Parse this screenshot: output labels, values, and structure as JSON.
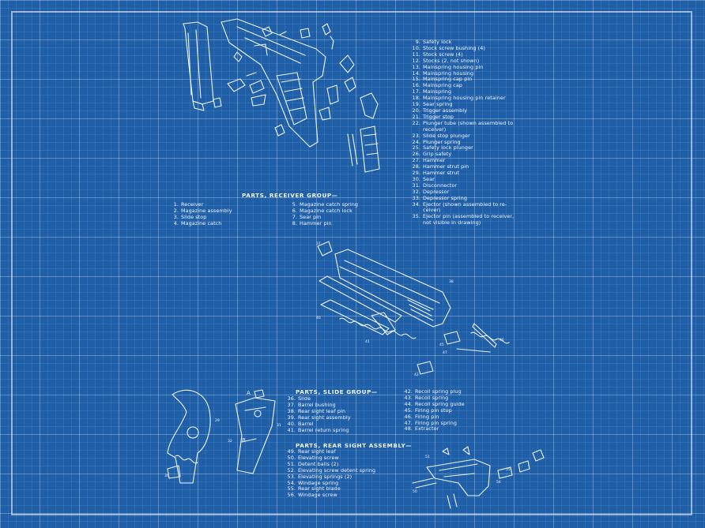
{
  "receiver_group": {
    "heading": "PARTS, RECEIVER GROUP—",
    "col1": [
      {
        "n": "1.",
        "t": "Receiver"
      },
      {
        "n": "2.",
        "t": "Magazine assembly"
      },
      {
        "n": "3.",
        "t": "Slide stop"
      },
      {
        "n": "4.",
        "t": "Magazine catch"
      }
    ],
    "col2": [
      {
        "n": "5.",
        "t": "Magazine catch spring"
      },
      {
        "n": "6.",
        "t": "Magazine catch lock"
      },
      {
        "n": "7.",
        "t": "Sear pin"
      },
      {
        "n": "8.",
        "t": "Hammer pin"
      }
    ],
    "col3": [
      {
        "n": "9.",
        "t": "Safety lock"
      },
      {
        "n": "10.",
        "t": "Stock screw bushing (4)"
      },
      {
        "n": "11.",
        "t": "Stock screw (4)"
      },
      {
        "n": "12.",
        "t": "Stocks (2, not shown)"
      },
      {
        "n": "13.",
        "t": "Mainspring housing pin"
      },
      {
        "n": "14.",
        "t": "Mainspring housing"
      },
      {
        "n": "15.",
        "t": "Mainspring cap pin"
      },
      {
        "n": "16.",
        "t": "Mainspring cap"
      },
      {
        "n": "17.",
        "t": "Mainspring"
      },
      {
        "n": "18.",
        "t": "Mainspring housing pin retainer"
      },
      {
        "n": "19.",
        "t": "Sear spring"
      },
      {
        "n": "20.",
        "t": "Trigger assembly"
      },
      {
        "n": "21.",
        "t": "Trigger stop"
      },
      {
        "n": "22.",
        "t": "Plunger tube (shown assembled to",
        "t2": "receiver)"
      },
      {
        "n": "23.",
        "t": "Slide stop plunger"
      },
      {
        "n": "24.",
        "t": "Plunger spring"
      },
      {
        "n": "25.",
        "t": "Safety lock plunger"
      },
      {
        "n": "26.",
        "t": "Grip safety"
      },
      {
        "n": "27.",
        "t": "Hammer"
      },
      {
        "n": "28.",
        "t": "Hammer strut pin"
      },
      {
        "n": "29.",
        "t": "Hammer strut"
      },
      {
        "n": "30.",
        "t": "Sear"
      },
      {
        "n": "31.",
        "t": "Disconnector"
      },
      {
        "n": "32.",
        "t": "Depressor"
      },
      {
        "n": "33.",
        "t": "Depressor spring"
      },
      {
        "n": "34.",
        "t": "Ejector (shown assembled to re-",
        "t2": "ceiver)"
      },
      {
        "n": "35.",
        "t": "Ejector pin (assembled to receiver,",
        "t2": "not visible in drawing)"
      }
    ]
  },
  "slide_group": {
    "heading": "PARTS, SLIDE GROUP—",
    "col1": [
      {
        "n": "36.",
        "t": "Slide"
      },
      {
        "n": "37.",
        "t": "Barrel bushing"
      },
      {
        "n": "38.",
        "t": "Rear sight leaf pin"
      },
      {
        "n": "39.",
        "t": "Rear sight assembly"
      },
      {
        "n": "40.",
        "t": "Barrel"
      },
      {
        "n": "41.",
        "t": "Barrel return spring"
      }
    ],
    "col2": [
      {
        "n": "42.",
        "t": "Recoil spring plug"
      },
      {
        "n": "43.",
        "t": "Recoil spring"
      },
      {
        "n": "44.",
        "t": "Recoil spring guide"
      },
      {
        "n": "45.",
        "t": "Firing pin stop"
      },
      {
        "n": "46.",
        "t": "Firing pin"
      },
      {
        "n": "47.",
        "t": "Firing pin spring"
      },
      {
        "n": "48.",
        "t": "Extractor"
      }
    ]
  },
  "rear_sight": {
    "heading": "PARTS, REAR SIGHT ASSEMBLY—",
    "items": [
      {
        "n": "49.",
        "t": "Rear sight leaf"
      },
      {
        "n": "50.",
        "t": "Elevating screw"
      },
      {
        "n": "51.",
        "t": "Detent balls (2)"
      },
      {
        "n": "52.",
        "t": "Elevating screw detent spring"
      },
      {
        "n": "53.",
        "t": "Elevating springs (2)"
      },
      {
        "n": "54.",
        "t": "Windage spring"
      },
      {
        "n": "55.",
        "t": "Rear sight blade"
      },
      {
        "n": "56.",
        "t": "Windage screw"
      }
    ]
  },
  "callouts": {
    "a": "A",
    "b": "B"
  },
  "colors": {
    "background": "#1f5fa7",
    "ink": "#f2f6ff"
  }
}
